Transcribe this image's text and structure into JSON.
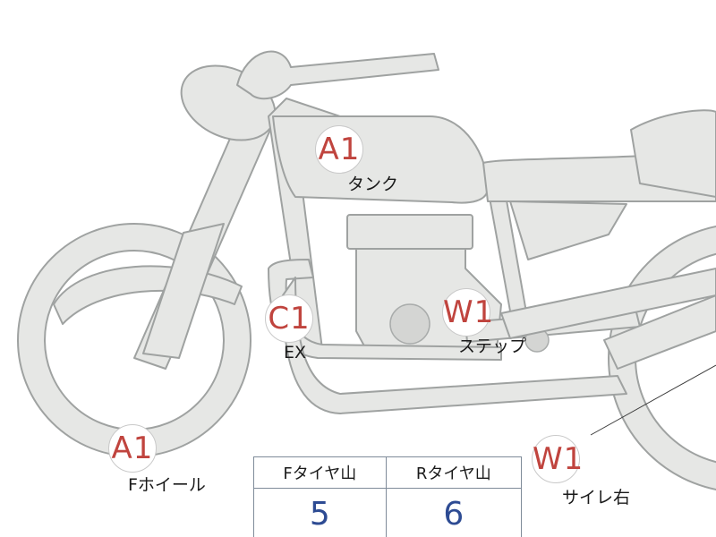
{
  "markers": {
    "tank": {
      "code": "A1",
      "label": "タンク"
    },
    "exhaust": {
      "code": "C1",
      "label": "EX"
    },
    "step": {
      "code": "W1",
      "label": "ステップ"
    },
    "front_wheel": {
      "code": "A1",
      "label": "Fホイール"
    },
    "silencer_right": {
      "code": "W1",
      "label": "サイレ右"
    }
  },
  "tread_table": {
    "headers": [
      "Fタイヤ山",
      "Rタイヤ山"
    ],
    "values": [
      "5",
      "6"
    ]
  },
  "colors": {
    "code_text": "#c0443e",
    "tread_value": "#2d4b93",
    "bike_fill": "#e6e7e5",
    "bike_outline": "#9fa2a1"
  }
}
